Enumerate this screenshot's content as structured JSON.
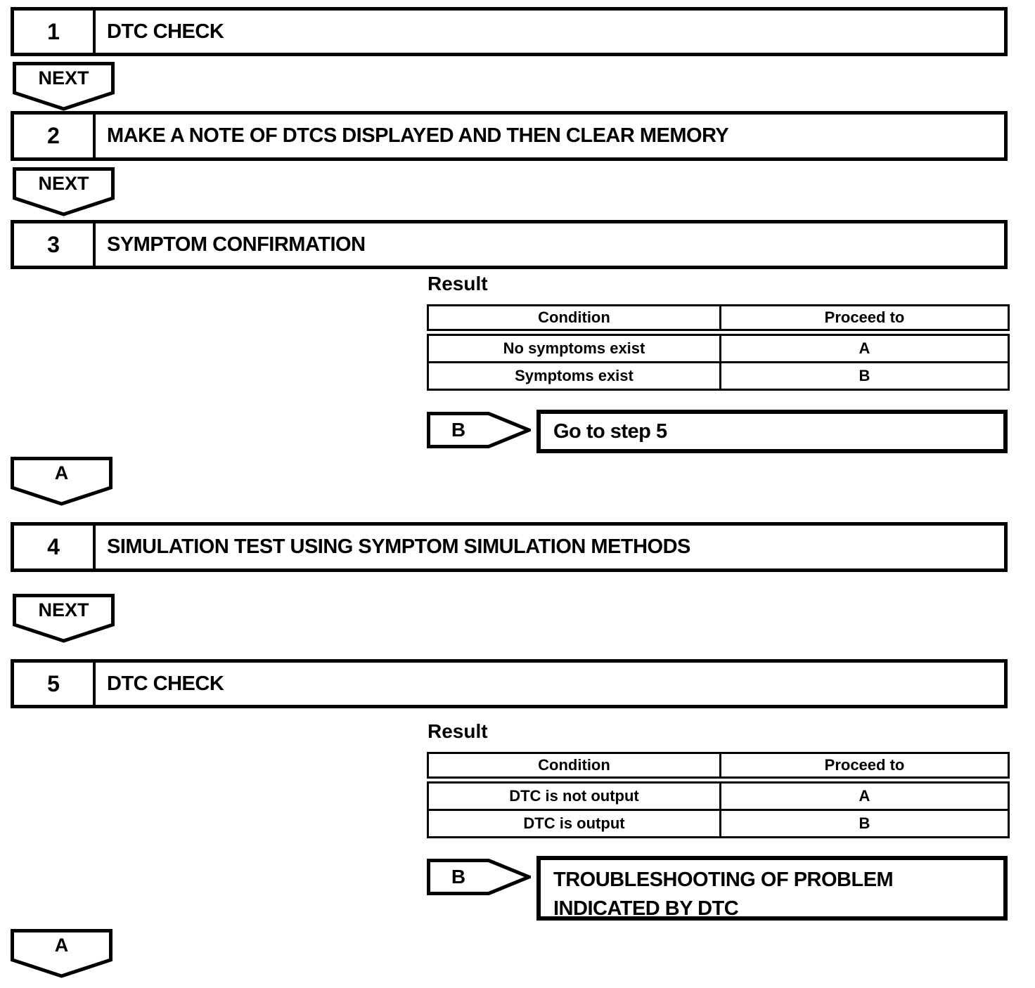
{
  "steps": [
    {
      "number": "1",
      "title": "DTC CHECK"
    },
    {
      "number": "2",
      "title": "MAKE A NOTE OF DTCS DISPLAYED AND THEN CLEAR MEMORY"
    },
    {
      "number": "3",
      "title": "SYMPTOM CONFIRMATION"
    },
    {
      "number": "4",
      "title": "SIMULATION TEST USING SYMPTOM SIMULATION METHODS"
    },
    {
      "number": "5",
      "title": "DTC CHECK"
    }
  ],
  "connectors": {
    "next_label": "NEXT",
    "a_label": "A",
    "b_label": "B"
  },
  "result_sections": [
    {
      "label": "Result",
      "table": {
        "headers": [
          "Condition",
          "Proceed to"
        ],
        "rows": [
          [
            "No symptoms exist",
            "A"
          ],
          [
            "Symptoms exist",
            "B"
          ]
        ]
      },
      "branch": {
        "marker": "B",
        "target": "Go to step 5"
      }
    },
    {
      "label": "Result",
      "table": {
        "headers": [
          "Condition",
          "Proceed to"
        ],
        "rows": [
          [
            "DTC is not output",
            "A"
          ],
          [
            "DTC is output",
            "B"
          ]
        ]
      },
      "branch": {
        "marker": "B",
        "target": "TROUBLESHOOTING OF PROBLEM INDICATED BY DTC"
      }
    }
  ],
  "colors": {
    "ink": "#000000",
    "background": "#ffffff"
  }
}
